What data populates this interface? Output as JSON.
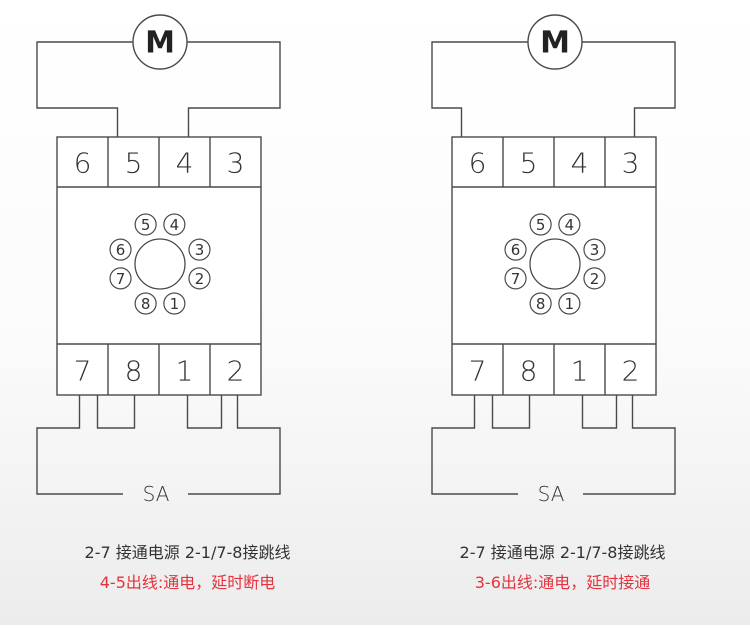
{
  "colors": {
    "line": "#4a4a4a",
    "text": "#333333",
    "accent": "#e5323e"
  },
  "diagrams": [
    {
      "motor_label": "M",
      "top_terminals": [
        "6",
        "5",
        "4",
        "3"
      ],
      "bottom_terminals": [
        "7",
        "8",
        "1",
        "2"
      ],
      "socket_pins": [
        "1",
        "2",
        "3",
        "4",
        "5",
        "6",
        "7",
        "8"
      ],
      "switch_label": "SA",
      "caption_line1": "2-7 接通电源   2-1/7-8接跳线",
      "caption_line2": "4-5出线:通电，延时断电"
    },
    {
      "motor_label": "M",
      "top_terminals": [
        "6",
        "5",
        "4",
        "3"
      ],
      "bottom_terminals": [
        "7",
        "8",
        "1",
        "2"
      ],
      "socket_pins": [
        "1",
        "2",
        "3",
        "4",
        "5",
        "6",
        "7",
        "8"
      ],
      "switch_label": "SA",
      "caption_line1": "2-7 接通电源   2-1/7-8接跳线",
      "caption_line2": "3-6出线:通电，延时接通"
    }
  ]
}
